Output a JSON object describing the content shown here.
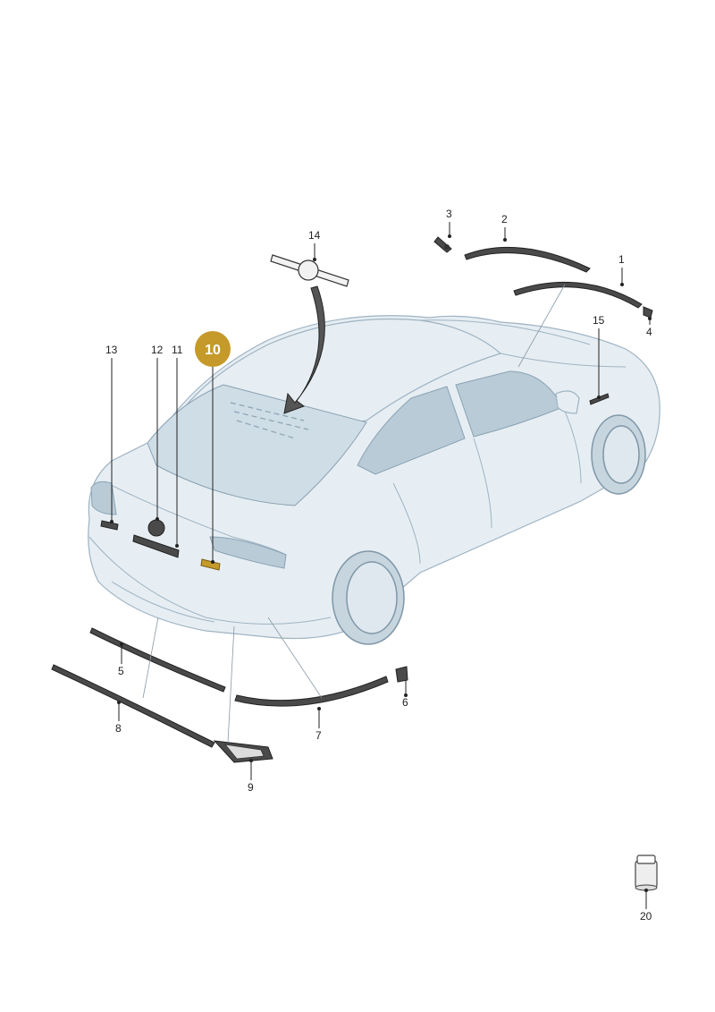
{
  "callouts": {
    "c1": "1",
    "c2": "2",
    "c3": "3",
    "c4": "4",
    "c5": "5",
    "c6": "6",
    "c7": "7",
    "c8": "8",
    "c9": "9",
    "c10": "10",
    "c11": "11",
    "c12": "12",
    "c13": "13",
    "c14": "14",
    "c15": "15",
    "c20": "20"
  },
  "highlighted_callout": "10",
  "colors": {
    "highlight": "#c59a2a",
    "car_body": "#e6eef3",
    "parts": "#4a4a4a"
  }
}
